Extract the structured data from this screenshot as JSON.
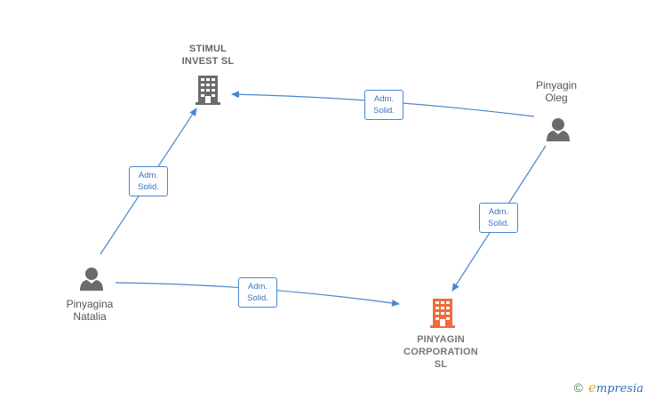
{
  "nodes": {
    "stimul_invest": {
      "line1": "STIMUL",
      "line2": "INVEST  SL",
      "icon": "building-icon",
      "color": "#6b6b6b"
    },
    "pinyagin_corp": {
      "line1": "PINYAGIN",
      "line2": "CORPORATION",
      "line3": "SL",
      "icon": "building-icon",
      "color": "#ee6b3a"
    },
    "pinyagin_oleg": {
      "line1": "Pinyagin",
      "line2": "Oleg",
      "icon": "person-icon",
      "color": "#6b6b6b"
    },
    "pinyagina_natalia": {
      "line1": "Pinyagina",
      "line2": "Natalia",
      "icon": "person-icon",
      "color": "#6b6b6b"
    }
  },
  "edges": [
    {
      "from": "pinyagina_natalia",
      "to": "stimul_invest",
      "line1": "Adm.",
      "line2": "Solid."
    },
    {
      "from": "pinyagin_oleg",
      "to": "stimul_invest",
      "line1": "Adm.",
      "line2": "Solid."
    },
    {
      "from": "pinyagin_oleg",
      "to": "pinyagin_corp",
      "line1": "Adm.",
      "line2": "Solid."
    },
    {
      "from": "pinyagina_natalia",
      "to": "pinyagin_corp",
      "line1": "Adm.",
      "line2": "Solid."
    }
  ],
  "footer": {
    "copyright": "©",
    "brand_initial": "e",
    "brand_rest": "mpresia"
  },
  "colors": {
    "edge": "#4a86cf",
    "text": "#555555",
    "brand_green": "#3d8f4a",
    "brand_blue": "#2f6fb6",
    "brand_orange": "#e8a21a"
  }
}
